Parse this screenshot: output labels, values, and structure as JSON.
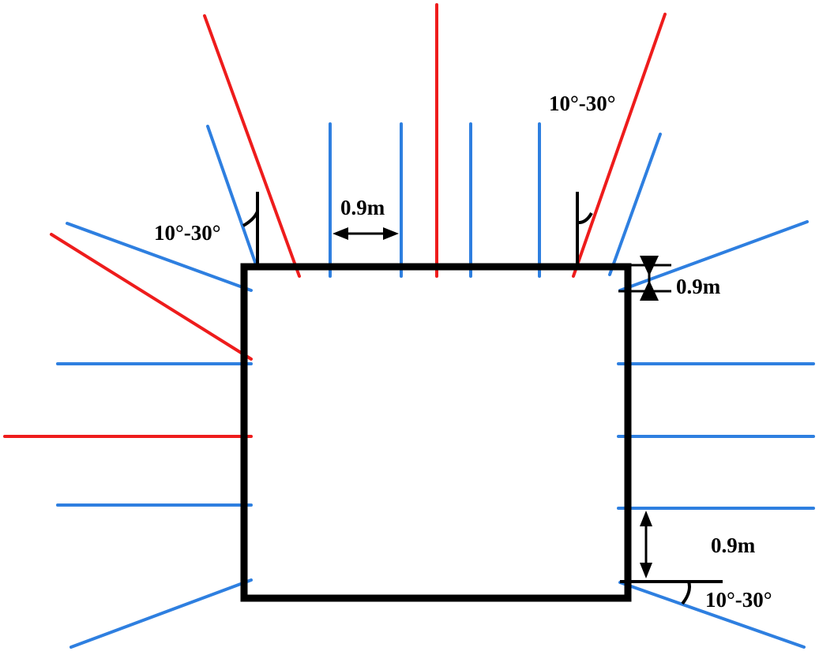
{
  "labels": {
    "angle_top_left": "10°-30°",
    "angle_top_right": "10°-30°",
    "angle_bottom_right": "10°-30°",
    "spacing_top": "0.9m",
    "spacing_right_top": "0.9m",
    "spacing_right_bottom": "0.9m"
  },
  "colors": {
    "frame": "#000000",
    "red_lines": "#ee1c1c",
    "blue_lines": "#2e7fe0"
  }
}
